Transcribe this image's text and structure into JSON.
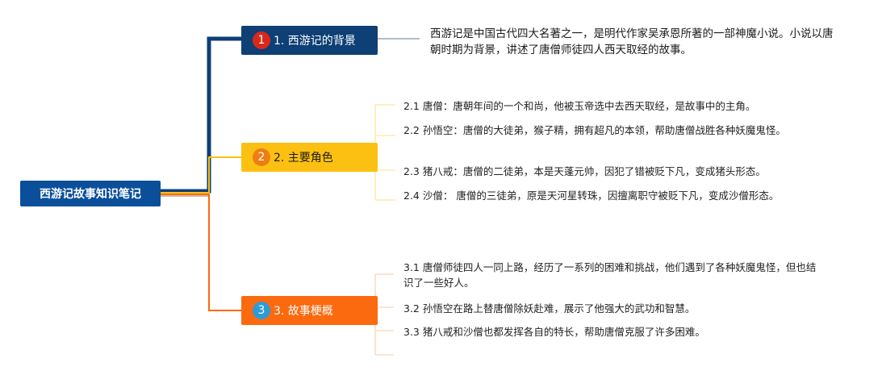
{
  "root": {
    "label": "西游记故事知识笔记"
  },
  "colors": {
    "root": "#0b4f9b",
    "branch1": "#0e3f75",
    "branch2": "#fcc012",
    "branch3": "#fb6a0f",
    "badge1": "#d9281a",
    "badge2": "#f07d12",
    "badge3": "#2e9bd6",
    "leaf_line1": "#7f93ad",
    "leaf_line2": "#fde7a0",
    "leaf_line3": "#fbd3b3"
  },
  "branches": [
    {
      "number": "1",
      "label": "1. 西游记的背景",
      "description": "西游记是中国古代四大名著之一，是明代作家吴承恩所著的一部神魔小说。小说以唐朝时期为背景，讲述了唐僧师徒四人西天取经的故事。"
    },
    {
      "number": "2",
      "label": "2. 主要角色",
      "items": [
        "2.1 唐僧：唐朝年间的一个和尚，他被玉帝选中去西天取经，是故事中的主角。",
        "2.2 孙悟空：唐僧的大徒弟，猴子精，拥有超凡的本领，帮助唐僧战胜各种妖魔鬼怪。",
        "2.3 猪八戒：唐僧的二徒弟，本是天蓬元帅，因犯了错被贬下凡，变成猪头形态。",
        "2.4 沙僧： 唐僧的三徒弟，原是天河星转珠，因擅离职守被贬下凡，变成沙僧形态。"
      ]
    },
    {
      "number": "3",
      "label": "3. 故事梗概",
      "items": [
        "3.1 唐僧师徒四人一同上路，经历了一系列的困难和挑战，他们遇到了各种妖魔鬼怪，但也结识了一些好人。",
        "3.2 孙悟空在路上替唐僧除妖赴难，展示了他强大的武功和智慧。",
        "3.3 猪八戒和沙僧也都发挥各自的特长，帮助唐僧克服了许多困难。"
      ]
    }
  ]
}
